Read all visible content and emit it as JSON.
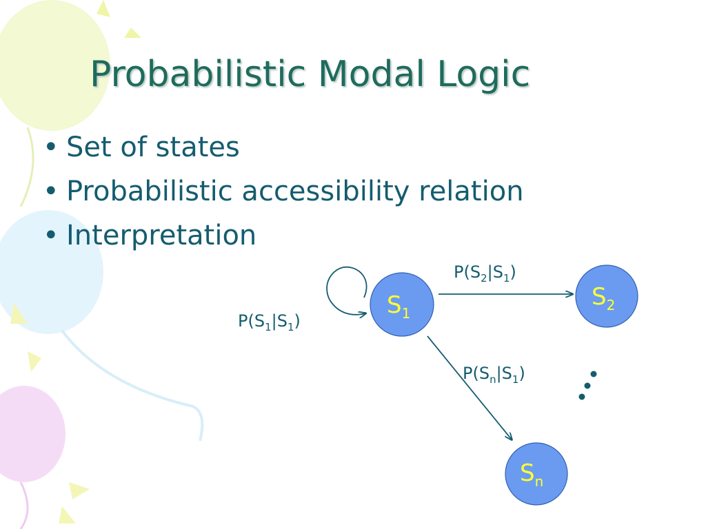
{
  "slide": {
    "title": "Probabilistic Modal Logic",
    "bullet_symbol": "•",
    "bullets": [
      "Set of states",
      "Probabilistic accessibility relation",
      "Interpretation"
    ]
  },
  "diagram": {
    "nodes": {
      "s1": {
        "main": "S",
        "sub": "1"
      },
      "s2": {
        "main": "S",
        "sub": "2"
      },
      "sn": {
        "main": "S",
        "sub": "n"
      }
    },
    "edges": {
      "self_loop": {
        "pre": "P(S",
        "sub1": "1",
        "mid": "|S",
        "sub2": "1",
        "post": ")"
      },
      "s1_to_s2": {
        "pre": "P(S",
        "sub1": "2",
        "mid": "|S",
        "sub2": "1",
        "post": ")"
      },
      "s1_to_sn": {
        "pre": "P(S",
        "sub1": "n",
        "mid": "|S",
        "sub2": "1",
        "post": ")"
      }
    }
  },
  "colors": {
    "title": "#1e6b5c",
    "text": "#145c6e",
    "node_fill": "#6b9bf0",
    "node_label": "#ffff33"
  }
}
